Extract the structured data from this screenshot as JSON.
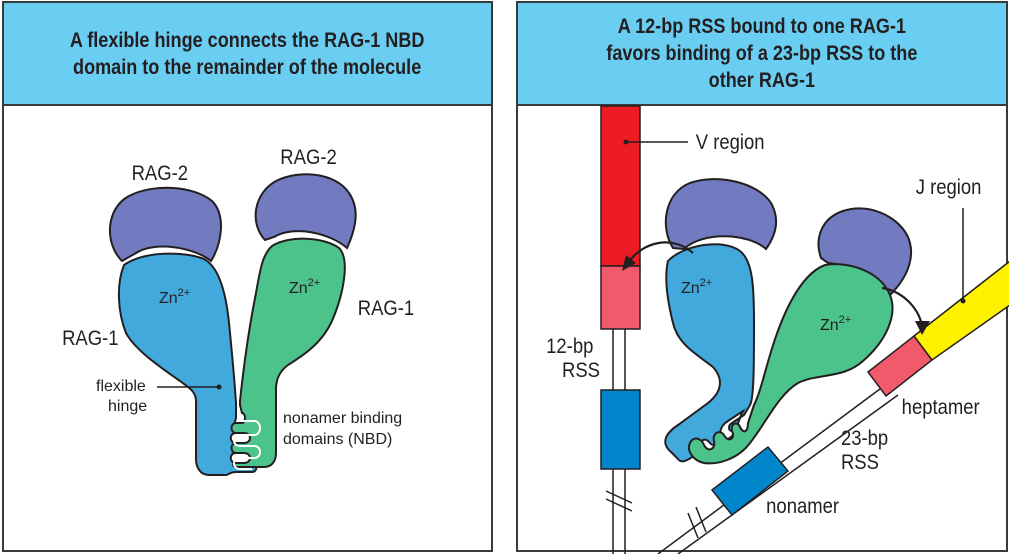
{
  "panels": {
    "left": {
      "title": "A flexible hinge connects the RAG-1 NBD\ndomain to the remainder of the molecule",
      "labels": {
        "rag2_left": "RAG-2",
        "rag2_right": "RAG-2",
        "rag1_left": "RAG-1",
        "rag1_right": "RAG-1",
        "zn_left": "Zn",
        "zn_right": "Zn",
        "zn_charge": "2+",
        "hinge_line1": "flexible",
        "hinge_line2": "hinge",
        "nbd_line1": "nonamer binding",
        "nbd_line2": "domains (NBD)"
      }
    },
    "right": {
      "title": "A 12-bp RSS bound to one RAG-1\nfavors binding of a 23-bp RSS to the\nother RAG-1",
      "labels": {
        "v_region": "V region",
        "j_region": "J region",
        "rss12_line1": "12-bp",
        "rss12_line2": "RSS",
        "rss23_line1": "23-bp",
        "rss23_line2": "RSS",
        "heptamer": "heptamer",
        "nonamer": "nonamer",
        "zn_left": "Zn",
        "zn_right": "Zn",
        "zn_charge": "2+"
      }
    }
  },
  "colors": {
    "header_bg": "#6ACEF3",
    "rag2": "#727BC0",
    "rag1_blue": "#42A9DD",
    "rag1_green": "#4DC38C",
    "v_region": "#ED1C24",
    "heptamer": "#F05A6B",
    "nonamer": "#0286CB",
    "j_region": "#FFF200",
    "outline": "#231f20"
  }
}
